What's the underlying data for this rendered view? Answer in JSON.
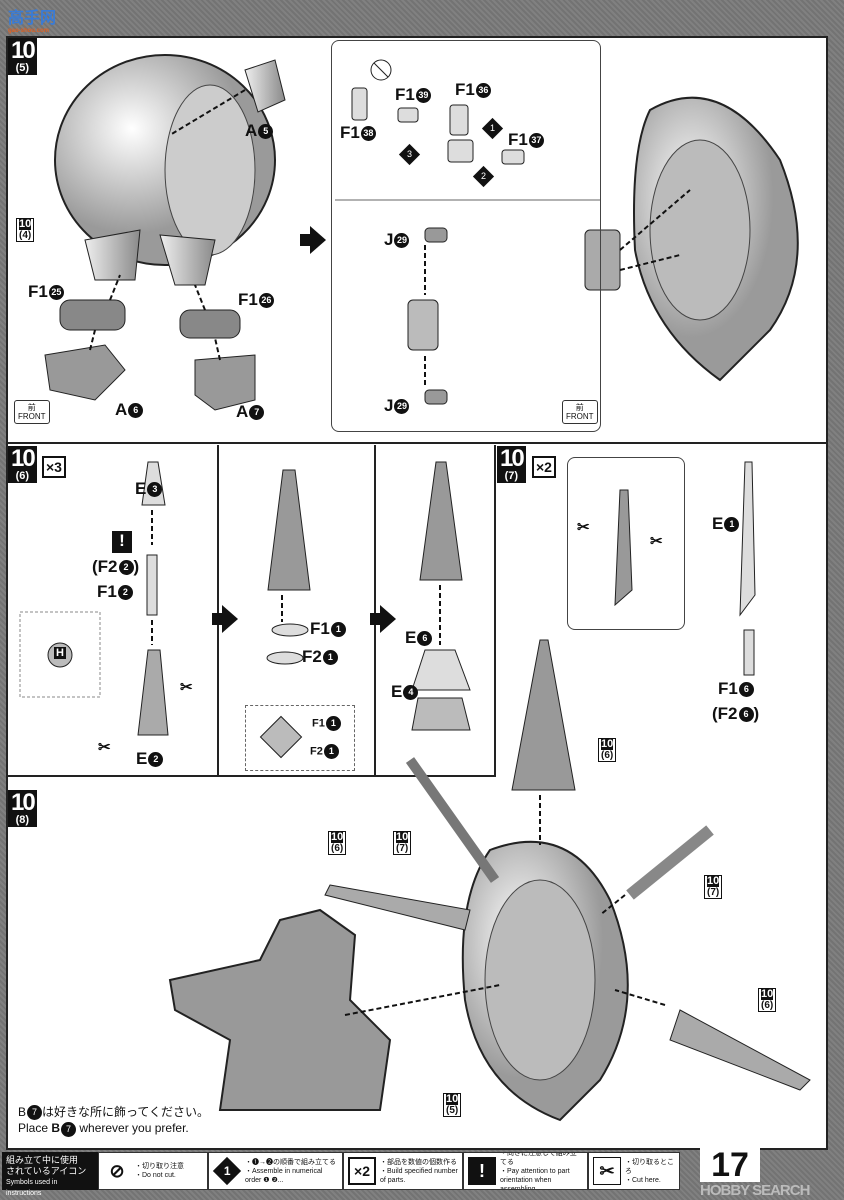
{
  "watermark_logo": {
    "text": "高手网",
    "url_text": "gao-shou.com"
  },
  "panel_1": {
    "step": {
      "number": "10",
      "sub": "5"
    },
    "ref_step": {
      "number": "10",
      "sub": "4"
    },
    "labels": {
      "a5": {
        "part": "A",
        "num": "5"
      },
      "f1_25": {
        "part": "F1",
        "num": "25"
      },
      "f1_26": {
        "part": "F1",
        "num": "26"
      },
      "a6": {
        "part": "A",
        "num": "6"
      },
      "a7": {
        "part": "A",
        "num": "7"
      }
    },
    "front_icon": {
      "jp": "前",
      "en": "FRONT"
    },
    "inset": {
      "f1_39": {
        "part": "F1",
        "num": "39"
      },
      "f1_36": {
        "part": "F1",
        "num": "36"
      },
      "f1_38": {
        "part": "F1",
        "num": "38"
      },
      "f1_37": {
        "part": "F1",
        "num": "37"
      },
      "order_1": "1",
      "order_2": "2",
      "order_3": "3",
      "j29_top": {
        "part": "J",
        "num": "29"
      },
      "j29_bottom": {
        "part": "J",
        "num": "29"
      }
    },
    "front_icon_right": {
      "jp": "前",
      "en": "FRONT"
    }
  },
  "panel_2": {
    "step": {
      "number": "10",
      "sub": "6",
      "multiplier": "×3"
    },
    "labels": {
      "e3": {
        "part": "E",
        "num": "3"
      },
      "f2_2": {
        "part": "(F2",
        "num": "2",
        "suffix": ")"
      },
      "f1_2": {
        "part": "F1",
        "num": "2"
      },
      "e2": {
        "part": "E",
        "num": "2"
      },
      "f1_1": {
        "part": "F1",
        "num": "1"
      },
      "f2_1": {
        "part": "F2",
        "num": "1"
      },
      "e6": {
        "part": "E",
        "num": "6"
      },
      "e4": {
        "part": "E",
        "num": "4"
      }
    },
    "runner_box": {
      "f1": "F1",
      "f1_num": "1",
      "f2": "F2",
      "f2_num": "1"
    },
    "attention_mark": "!",
    "h_mark": "H"
  },
  "panel_3": {
    "step": {
      "number": "10",
      "sub": "7",
      "multiplier": "×2"
    },
    "labels": {
      "e1": {
        "part": "E",
        "num": "1"
      },
      "f1_6": {
        "part": "F1",
        "num": "6"
      },
      "f2_6": {
        "part": "(F2",
        "num": "6",
        "suffix": ")"
      }
    }
  },
  "panel_4": {
    "step": {
      "number": "10",
      "sub": "8"
    },
    "refs": [
      {
        "number": "10",
        "sub": "6"
      },
      {
        "number": "10",
        "sub": "7"
      },
      {
        "number": "10",
        "sub": "6"
      },
      {
        "number": "10",
        "sub": "7"
      },
      {
        "number": "10",
        "sub": "6"
      },
      {
        "number": "10",
        "sub": "5"
      }
    ],
    "note_jp_prefix": "B",
    "note_jp_num": "7",
    "note_jp": "は好きな所に飾ってください。",
    "note_en_prefix": "Place ",
    "note_en_part": "B",
    "note_en_num": "7",
    "note_en": " wherever you prefer."
  },
  "legend": {
    "title_jp_1": "組み立て中に使用",
    "title_jp_2": "されているアイコン",
    "title_en": "Symbols used in instructions",
    "items": [
      {
        "icon": "do-not-cut-icon",
        "glyph": "⊘",
        "jp": "・切り取り注意",
        "en": "・Do not cut."
      },
      {
        "icon": "numerical-order-icon",
        "glyph": "1",
        "jp": "・❶→❷の順番で組み立てる",
        "en": "・Assemble in numerical order ❶ ❷..."
      },
      {
        "icon": "multiplier-icon",
        "glyph": "×2",
        "jp": "・部品を数値の個数作る",
        "en": "・Build specified number of parts."
      },
      {
        "icon": "attention-icon",
        "glyph": "!",
        "jp": "・向きに注意して組み立てる",
        "en": "・Pay attention to part orientation when assembling."
      },
      {
        "icon": "cut-here-icon",
        "glyph": "✂",
        "jp": "・切り取るところ",
        "en": "・Cut here."
      }
    ]
  },
  "page_number": "17",
  "watermark": "HOBBY SEARCH"
}
